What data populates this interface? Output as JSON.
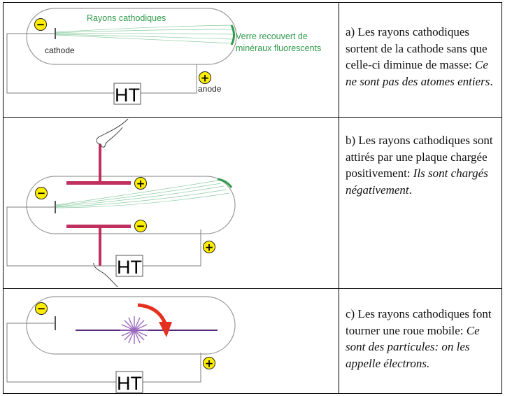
{
  "panels": [
    {
      "id": "a",
      "labels": {
        "rays": "Rayons cathodiques",
        "glass_line1": "Verre recouvert de",
        "glass_line2": "minéraux fluorescents",
        "cathode": "cathode",
        "anode": "anode",
        "power": "HT"
      },
      "text_plain": "a) Les rayons cathodiques sortent de la cathode sans que celle-ci diminue de masse: ",
      "text_italic": "Ce ne sont pas des atomes entiers",
      "text_end": "."
    },
    {
      "id": "b",
      "labels": {
        "power": "HT"
      },
      "text_plain": "b) Les rayons cathodiques sont attirés par une plaque chargée positivement: ",
      "text_italic": "Ils sont chargés négativement",
      "text_end": "."
    },
    {
      "id": "c",
      "labels": {
        "power": "HT"
      },
      "text_plain": "c) Les rayons cathodiques font tourner une roue mobile: ",
      "text_italic": "Ce sont des particules: on les appelle électrons.",
      "text_end": ""
    }
  ],
  "signs": {
    "minus": "−",
    "plus": "+"
  },
  "colors": {
    "tube": "#9a9a9a",
    "wire": "#7f7f7f",
    "rays": "#6fbf8a",
    "glow": "#2e9a4a",
    "terminal": "#ffee00",
    "plate": "#c0305f",
    "wheel": "#9a6abf",
    "arrow": "#e53020"
  }
}
